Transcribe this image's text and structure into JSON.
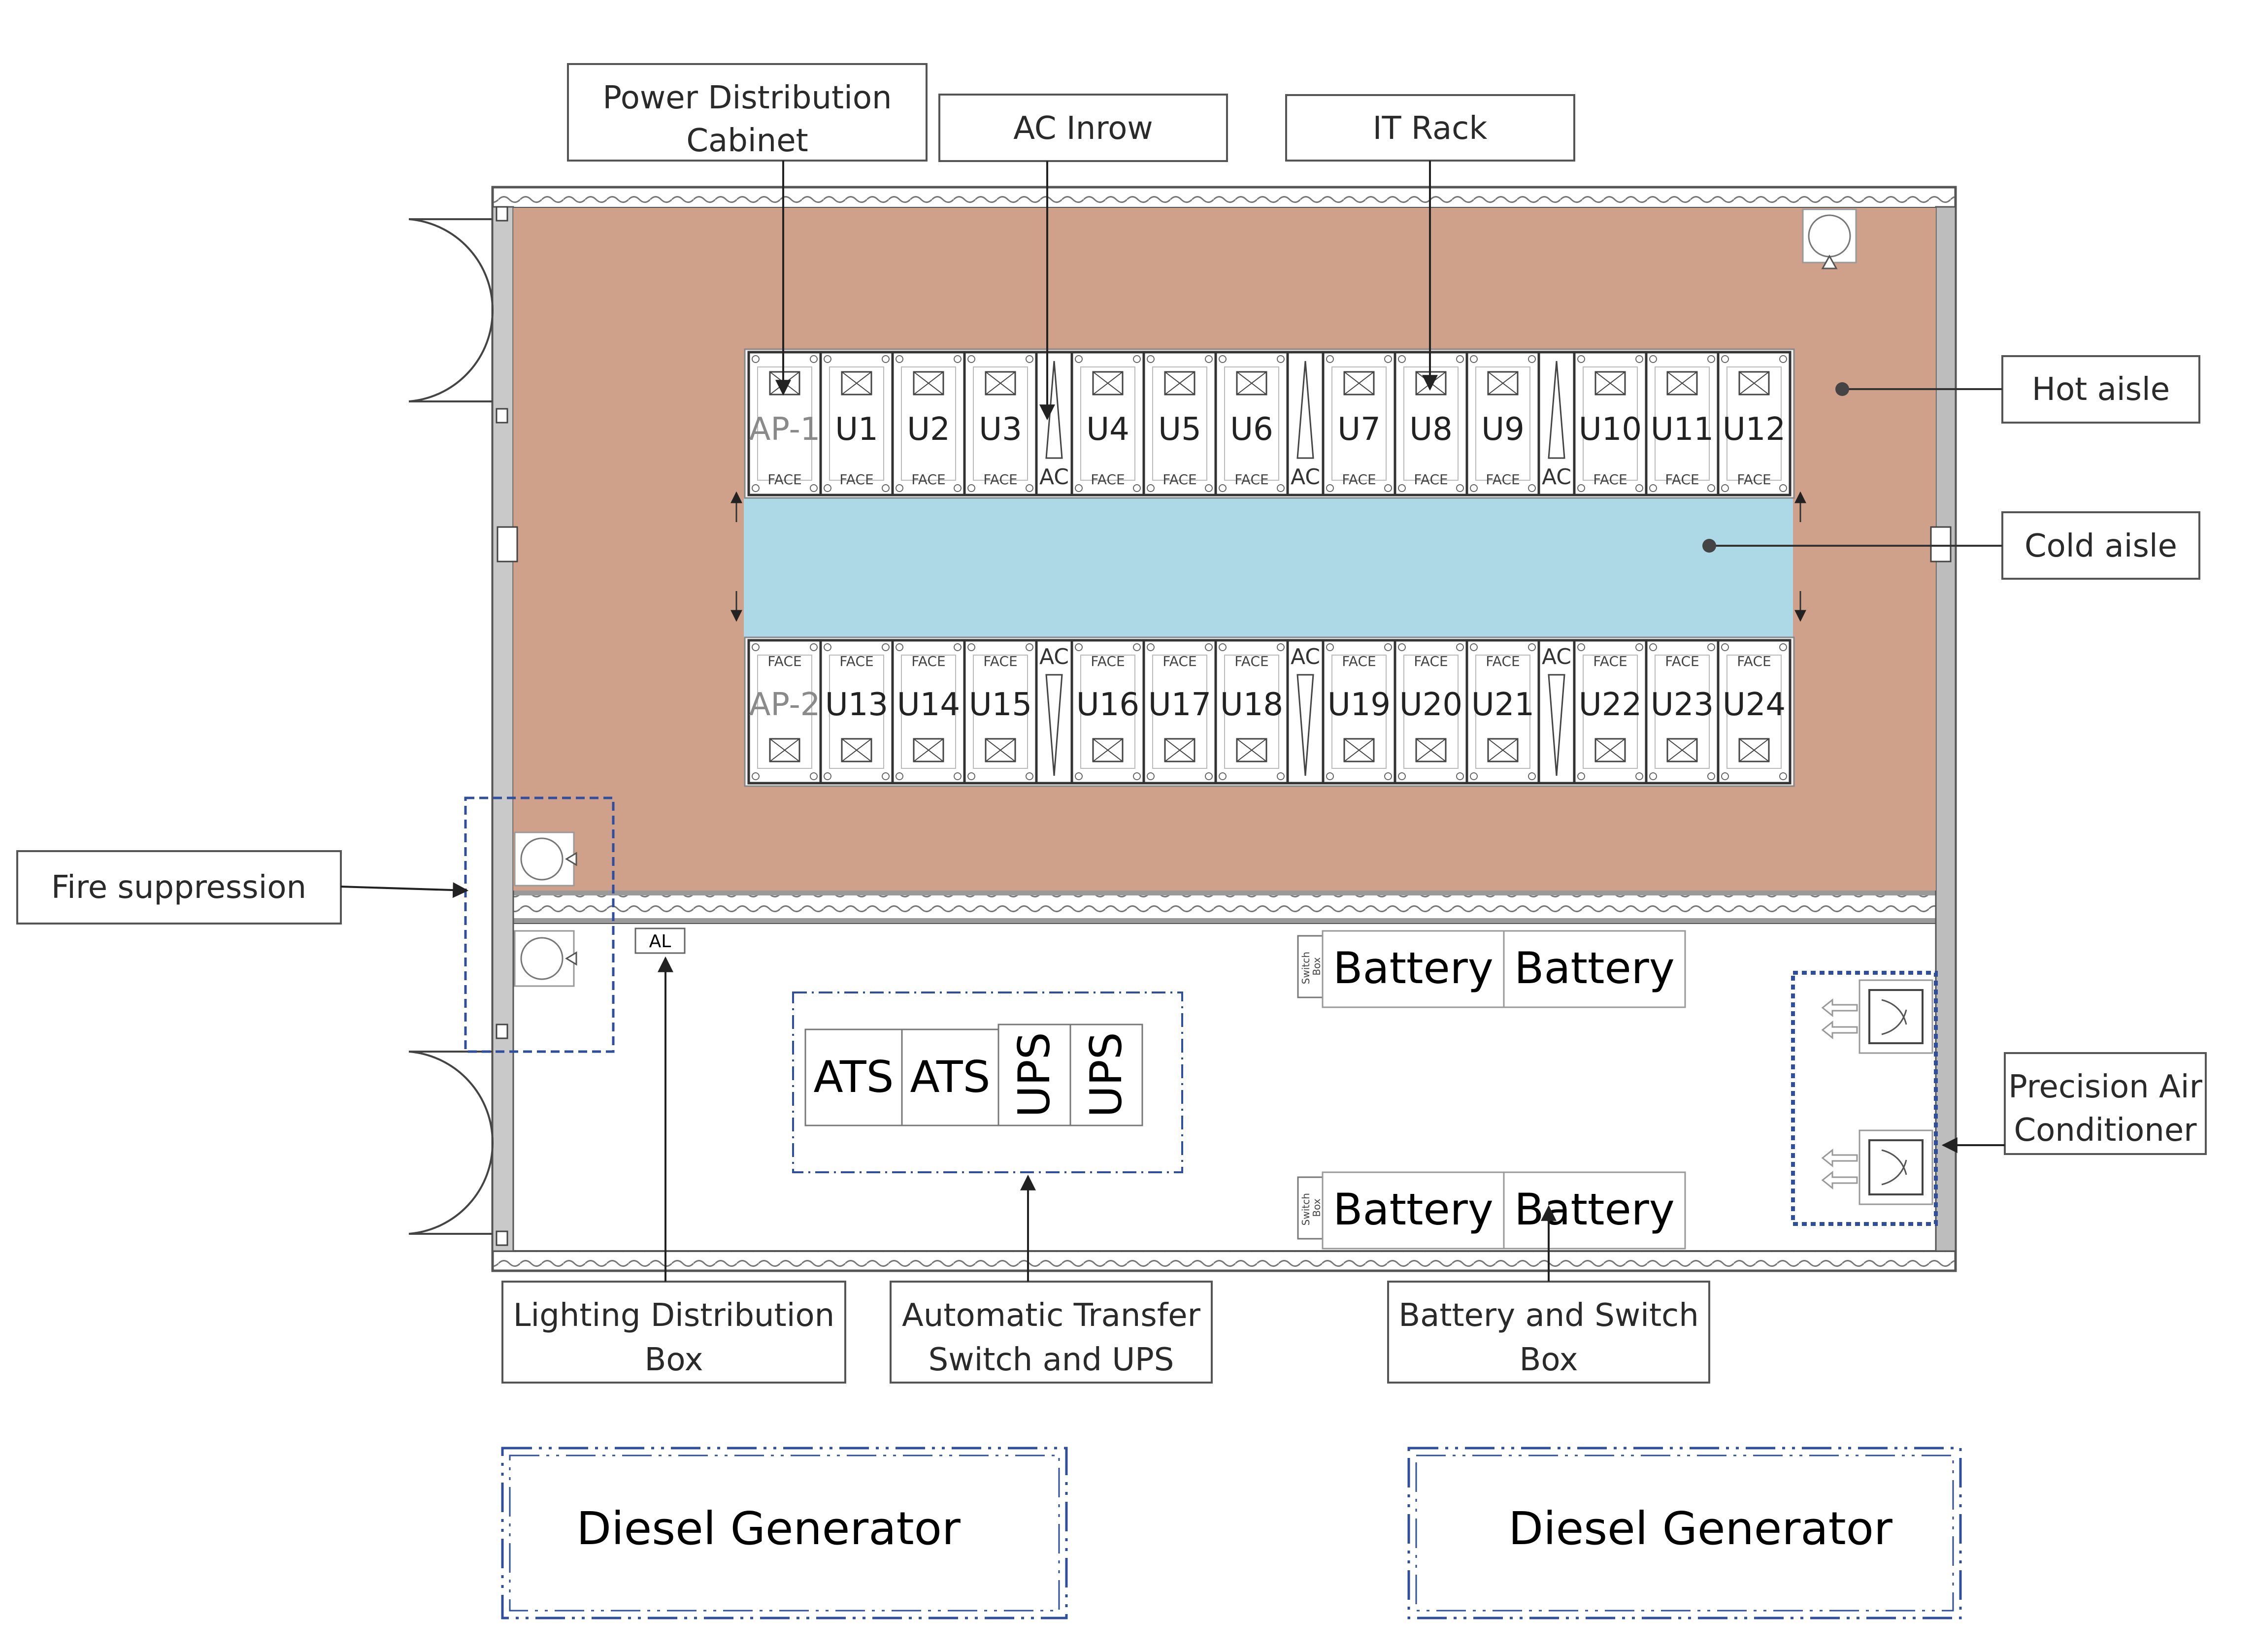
{
  "callouts": {
    "power_distribution_cabinet": [
      "Power Distribution",
      "Cabinet"
    ],
    "ac_inrow": "AC Inrow",
    "it_rack": "IT Rack",
    "hot_aisle": "Hot aisle",
    "cold_aisle": "Cold aisle",
    "fire_suppression": "Fire suppression",
    "precision_air_conditioner": [
      "Precision Air",
      "Conditioner"
    ],
    "lighting_distribution_box": [
      "Lighting Distribution",
      "Box"
    ],
    "ats_ups": [
      "Automatic Transfer",
      "Switch and UPS"
    ],
    "battery_switch_box": [
      "Battery and Switch",
      "Box"
    ]
  },
  "top_row": [
    {
      "type": "pdc",
      "label": "AP-1"
    },
    {
      "type": "rack",
      "label": "U1"
    },
    {
      "type": "rack",
      "label": "U2"
    },
    {
      "type": "rack",
      "label": "U3"
    },
    {
      "type": "ac",
      "label": "AC"
    },
    {
      "type": "rack",
      "label": "U4"
    },
    {
      "type": "rack",
      "label": "U5"
    },
    {
      "type": "rack",
      "label": "U6"
    },
    {
      "type": "ac",
      "label": "AC"
    },
    {
      "type": "rack",
      "label": "U7"
    },
    {
      "type": "rack",
      "label": "U8"
    },
    {
      "type": "rack",
      "label": "U9"
    },
    {
      "type": "ac",
      "label": "AC"
    },
    {
      "type": "rack",
      "label": "U10"
    },
    {
      "type": "rack",
      "label": "U11"
    },
    {
      "type": "rack",
      "label": "U12"
    }
  ],
  "bottom_row": [
    {
      "type": "pdc",
      "label": "AP-2"
    },
    {
      "type": "rack",
      "label": "U13"
    },
    {
      "type": "rack",
      "label": "U14"
    },
    {
      "type": "rack",
      "label": "U15"
    },
    {
      "type": "ac",
      "label": "AC"
    },
    {
      "type": "rack",
      "label": "U16"
    },
    {
      "type": "rack",
      "label": "U17"
    },
    {
      "type": "rack",
      "label": "U18"
    },
    {
      "type": "ac",
      "label": "AC"
    },
    {
      "type": "rack",
      "label": "U19"
    },
    {
      "type": "rack",
      "label": "U20"
    },
    {
      "type": "rack",
      "label": "U21"
    },
    {
      "type": "ac",
      "label": "AC"
    },
    {
      "type": "rack",
      "label": "U22"
    },
    {
      "type": "rack",
      "label": "U23"
    },
    {
      "type": "rack",
      "label": "U24"
    }
  ],
  "face_label": "FACE",
  "power_room": {
    "ats": [
      "ATS",
      "ATS"
    ],
    "ups": [
      "UPS",
      "UPS"
    ],
    "battery_top": [
      "Battery",
      "Battery"
    ],
    "battery_bottom": [
      "Battery",
      "Battery"
    ],
    "switch_box": [
      "Switch",
      "Box"
    ],
    "lighting_box": "AL"
  },
  "generators": [
    "Diesel Generator",
    "Diesel Generator"
  ],
  "colors": {
    "hot_aisle": "#cfa08a",
    "cold_aisle": "#add8e6",
    "blue_dash": "#2f4f9e",
    "wall": "#9a9a9a"
  }
}
